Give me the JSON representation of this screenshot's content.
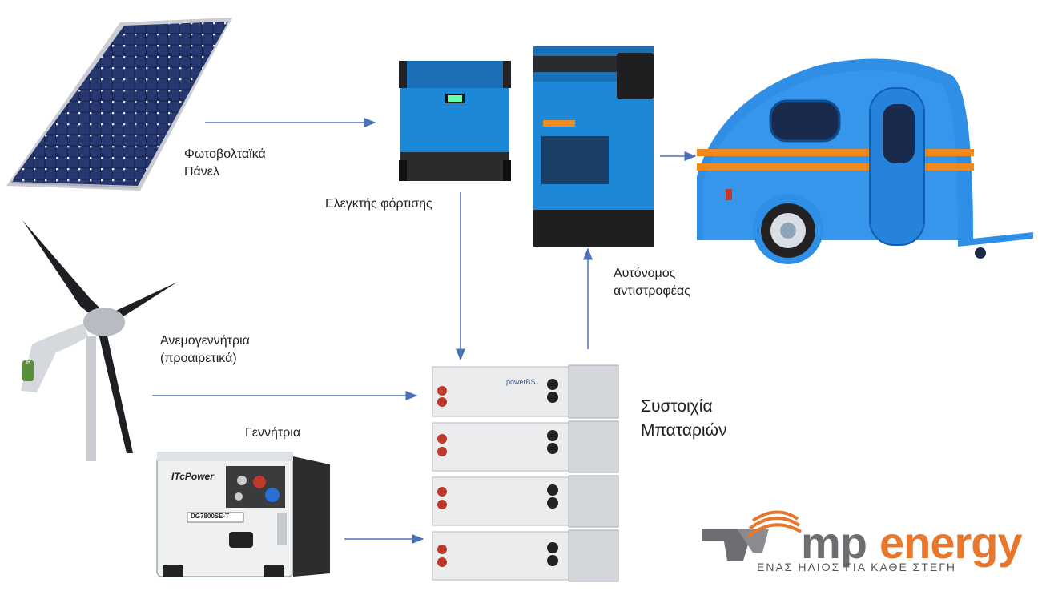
{
  "labels": {
    "solar": [
      "Φωτοβολταϊκά",
      "Πάνελ"
    ],
    "charge_controller": "Ελεγκτής φόρτισης",
    "inverter": [
      "Αυτόνομος",
      "αντιστροφέας"
    ],
    "wind": [
      "Ανεμογεννήτρια",
      "(προαιρετικά)"
    ],
    "generator": "Γεννήτρια",
    "battery": [
      "Συστοιχία",
      "Μπαταριών"
    ]
  },
  "device_text": {
    "generator_brand": "ITcPower",
    "generator_model": "DG7800SE-T",
    "battery_brand": "powerBS",
    "wind_brand": "air"
  },
  "logo": {
    "mp": "mp",
    "energy": "energy",
    "tagline": "ΕΝΑΣ ΗΛΙΟΣ ΓΙΑ ΚΑΘΕ ΣΤΕΓΗ"
  },
  "colors": {
    "arrow": "#4a72b8",
    "victron_blue": "#1e88d8",
    "trailer_blue": "#2f8fe6",
    "stripe_orange": "#f08a1c",
    "panel_dark": "#1d2a5a",
    "brand_orange": "#e8772e",
    "brand_gray": "#6d6e71"
  }
}
